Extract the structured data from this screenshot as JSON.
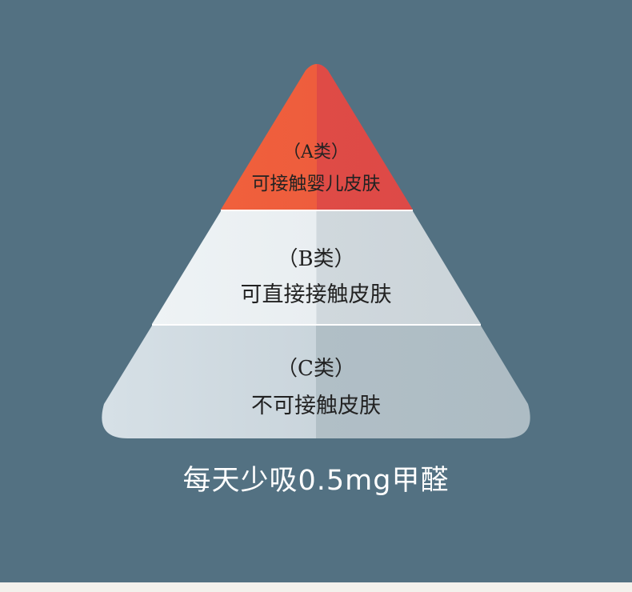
{
  "tiers": [
    {
      "id": "a",
      "class_label": "（A类）",
      "description": "可接触婴儿皮肤",
      "color": "#e5503f"
    },
    {
      "id": "b",
      "class_label": "（B类）",
      "description": "可直接接触皮肤",
      "color": "#e7ecef"
    },
    {
      "id": "c",
      "class_label": "（C类）",
      "description": "不可接触皮肤",
      "color": "#c8d3da"
    }
  ],
  "caption": "每天少吸0.5mg甲醛",
  "colors": {
    "background": "#537182",
    "strip": "#f3f1ec"
  }
}
